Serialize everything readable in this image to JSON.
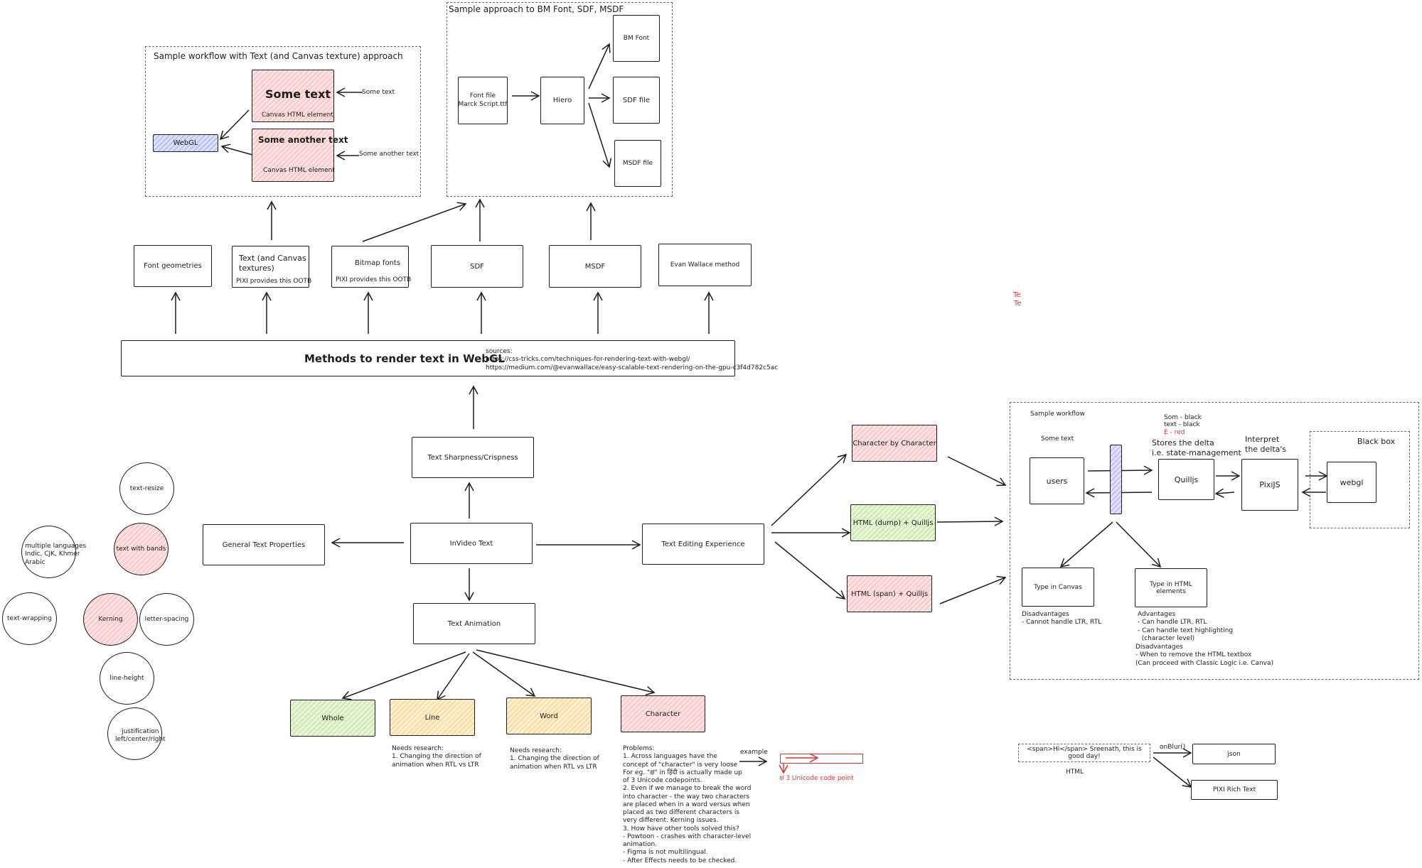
{
  "top_left": {
    "title": "Sample workflow with Text (and Canvas texture) approach",
    "some_text": "Some text",
    "canvas_label_1": "Canvas HTML element",
    "some_another_text": "Some another text",
    "canvas_label_2": "Canvas HTML element",
    "webgl": "WebGL",
    "input_1": "Some text",
    "input_2": "Some another text"
  },
  "top_mid": {
    "title": "Sample approach to BM Font, SDF, MSDF",
    "font_file": "Font file\nMarck Script.ttf",
    "hiero": "Hiero",
    "bm_font": "BM Font",
    "sdf_file": "SDF file",
    "msdf_file": "MSDF file"
  },
  "methods": {
    "font_geometries": "Font geometries",
    "text_canvas": "Text (and Canvas\ntextures)",
    "text_canvas_note": "PIXI provides this OOTB",
    "bitmap": "Bitmap fonts",
    "bitmap_note": "PIXI provides this OOTB",
    "sdf": "SDF",
    "msdf": "MSDF",
    "evan": "Evan Wallace method"
  },
  "main": {
    "title": "Methods to render text in WebGL",
    "sources": "sources:\nhttps://css-tricks.com/techniques-for-rendering-text-with-webgl/\nhttps://medium.com/@evanwallace/easy-scalable-text-rendering-on-the-gpu-c3f4d782c5ac"
  },
  "center": {
    "sharpness": "Text Sharpness/Crispness",
    "invideo": "InVideo Text",
    "general": "General Text Properties",
    "editing": "Text Editing Experience",
    "animation": "Text Animation"
  },
  "properties": {
    "text_resize": "text-resize",
    "text_with_bands": "text with bands",
    "multiple_languages": "multiple languages\nIndic, CJK, Khmer\nArabic",
    "text_wrapping": "text-wrapping",
    "kerning": "Kerning",
    "letter_spacing": "letter-spacing",
    "line_height": "line-height",
    "justification": "justification\nleft/center/right"
  },
  "animation": {
    "whole": "Whole",
    "line": "Line",
    "word": "Word",
    "character": "Character",
    "line_note": "Needs research:\n1. Changing the direction of\nanimation when RTL vs LTR",
    "word_note": "Needs research:\n1. Changing the direction of\nanimation when RTL vs LTR",
    "char_note": "Problems:\n1. Across languages have the\nconcept of \"character\" is very loose\nFor eg. \"क्ष\" in हिंदी is actually made up\nof 3 Unicode codepoints.\n2. Even if we manage to break the word\ninto character - the way two characters\nare placed when in a word versus when\nplaced as two different characters is\nvery different. Kerning issues.\n3. How have other tools solved this?\n- Powtoon - crashes with character-level\nanimation.\n- Figma is not multilingual.\n- After Effects needs to be checked.",
    "example_label": "example",
    "example_note": "क्ष 3 Unicode code point"
  },
  "editing": {
    "char_by_char": "Character by Character",
    "html_dump": "HTML (dump) + Quilljs",
    "html_span": "HTML (span) + Quilljs"
  },
  "workflow": {
    "title": "Sample workflow",
    "some_text": "Some text",
    "users": "users",
    "legend_1": "Som - black",
    "legend_2": "text - black",
    "legend_3": "E - red",
    "stores_delta": "Stores the delta\ni.e. state-management",
    "interpret": "Interpret\nthe delta's",
    "black_box": "Black box",
    "quilljs": "Quilljs",
    "pixijs": "PixiJS",
    "webgl": "webgl",
    "type_canvas": "Type in Canvas",
    "type_html": "Type in HTML elements",
    "canvas_disadv": "Disadvantages\n- Cannot handle LTR, RTL",
    "html_adv": "Advantages\n- Can handle LTR, RTL\n- Can handle text highlighting\n  (character level)",
    "html_disadv": "Disadvantages\n- When to remove the HTML textbox\n(Can proceed with Classic Logic i.e. Canva)"
  },
  "bottom_right": {
    "span_text": "<span>Hi</span> Sreenath, this is good day!",
    "html_label": "HTML",
    "onblur": "onBlur()",
    "json": "json",
    "pixi_rich": "PIXI Rich Text"
  },
  "stray": {
    "te1": "Te",
    "te2": "Te"
  },
  "colors": {
    "stroke": "#1e1e1e",
    "red_fill": "#ffc9c9",
    "green_fill": "#d8f5a2",
    "yellow_fill": "#ffec99",
    "blue_fill": "#a5b4fc",
    "accent_red": "#e03131"
  }
}
